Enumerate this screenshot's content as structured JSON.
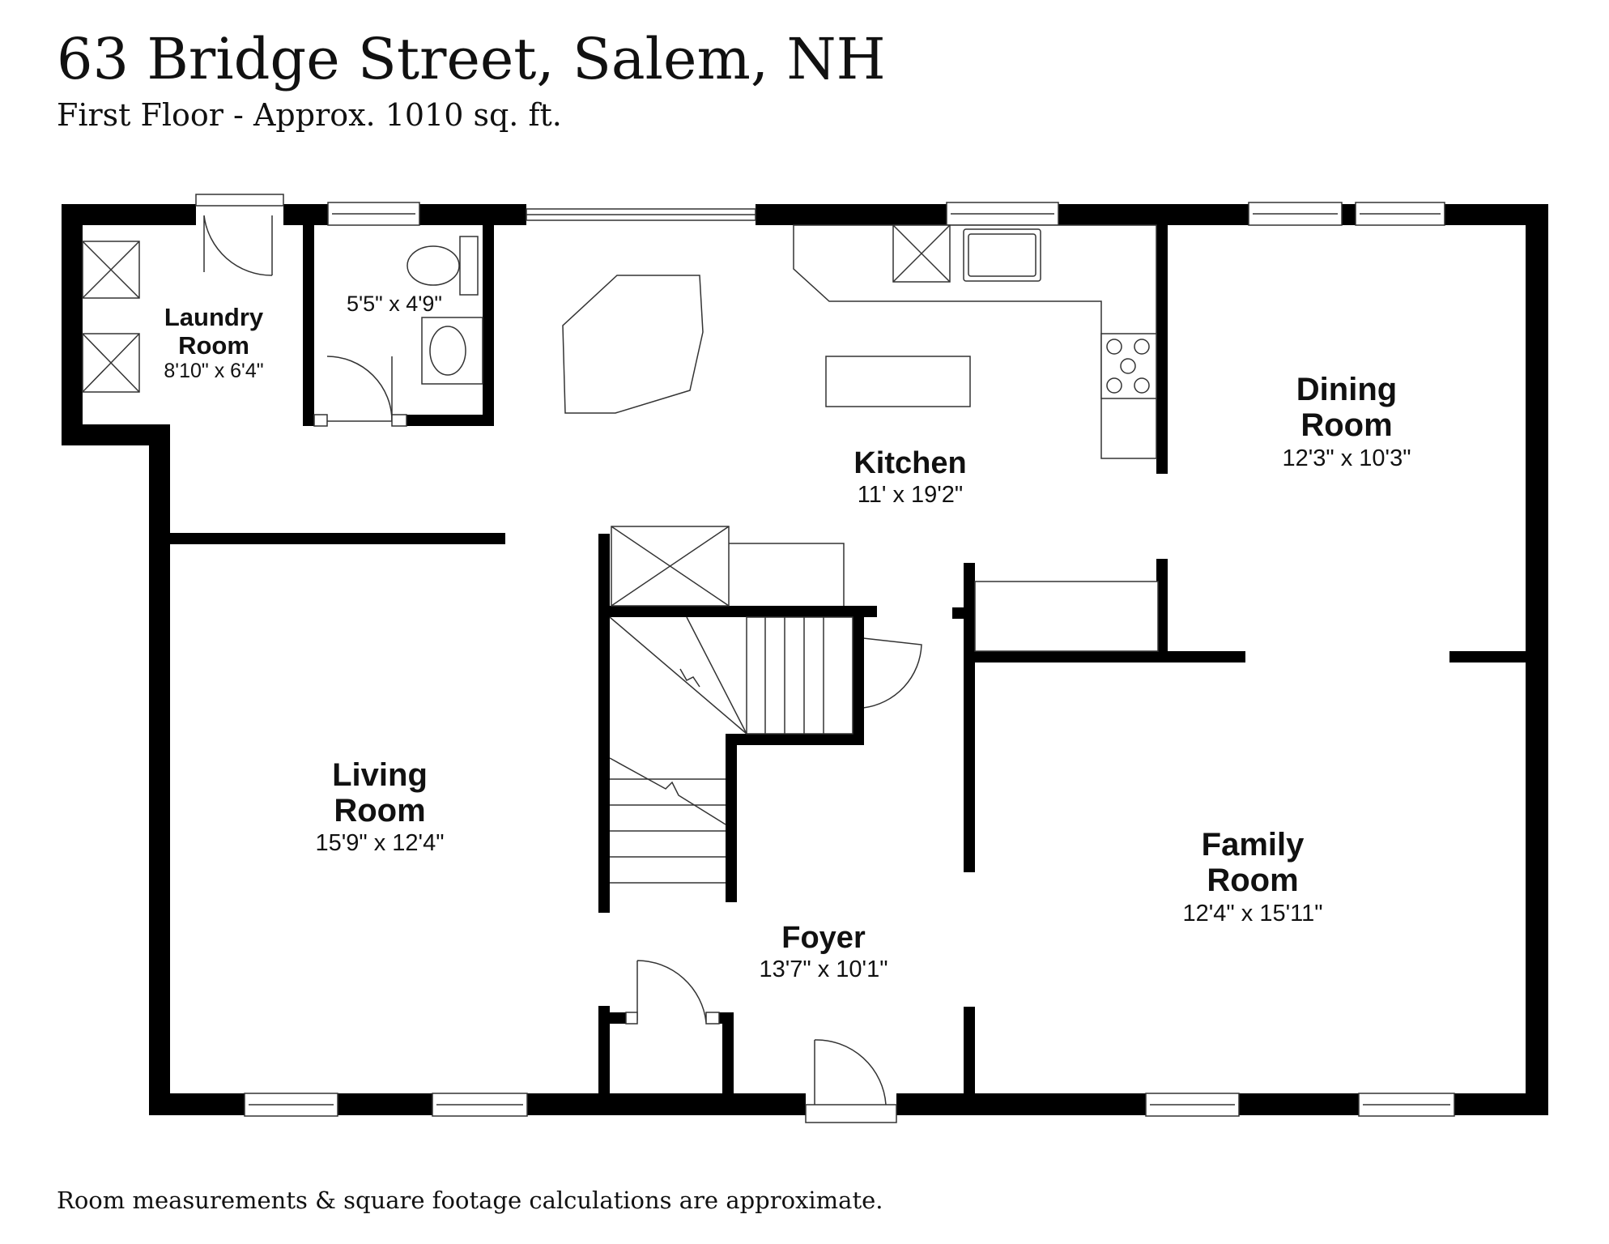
{
  "header": {
    "title": "63 Bridge Street, Salem, NH",
    "subtitle": "First Floor - Approx. 1010 sq. ft."
  },
  "footer": {
    "note": "Room measurements & square footage calculations are approximate."
  },
  "rooms": {
    "laundry": {
      "line1": "Laundry",
      "line2": "Room",
      "dims": "8'10\" x 6'4\""
    },
    "bath": {
      "dims": "5'5\" x 4'9\""
    },
    "kitchen": {
      "line1": "Kitchen",
      "dims": "11' x 19'2\""
    },
    "dining": {
      "line1": "Dining",
      "line2": "Room",
      "dims": "12'3\" x 10'3\""
    },
    "living": {
      "line1": "Living",
      "line2": "Room",
      "dims": "15'9\" x 12'4\""
    },
    "family": {
      "line1": "Family",
      "line2": "Room",
      "dims": "12'4\" x 15'11\""
    },
    "foyer": {
      "line1": "Foyer",
      "dims": "13'7\" x 10'1\""
    }
  }
}
